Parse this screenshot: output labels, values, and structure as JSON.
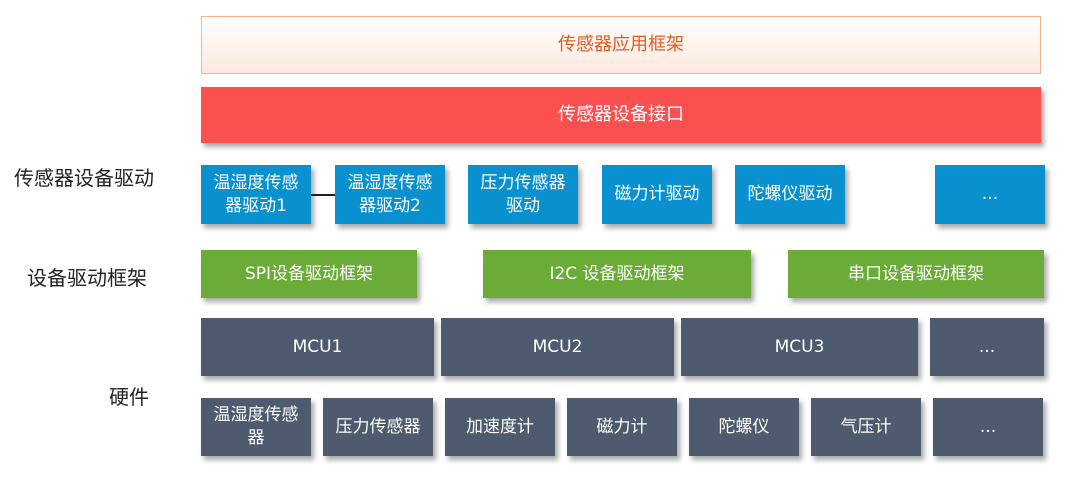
{
  "labels": {
    "sensor_driver": "传感器设备驱动",
    "driver_framework": "设备驱动框架",
    "hardware": "硬件"
  },
  "layers": {
    "app_framework": "传感器应用框架",
    "device_interface": "传感器设备接口"
  },
  "drivers": [
    "温湿度传感器驱动1",
    "温湿度传感器驱动2",
    "压力传感器驱动",
    "磁力计驱动",
    "陀螺仪驱动",
    "..."
  ],
  "frameworks": [
    "SPI设备驱动框架",
    "I2C 设备驱动框架",
    "串口设备驱动框架"
  ],
  "mcus": [
    "MCU1",
    "MCU2",
    "MCU3",
    "..."
  ],
  "hardware": [
    "温湿度传感器",
    "压力传感器",
    "加速度计",
    "磁力计",
    "陀螺仪",
    "气压计",
    "..."
  ],
  "colors": {
    "app_text": "#e25b1f",
    "interface": "#fb5050",
    "driver": "#0990cf",
    "framework": "#6aac37",
    "hardware": "#4e5a6e"
  }
}
